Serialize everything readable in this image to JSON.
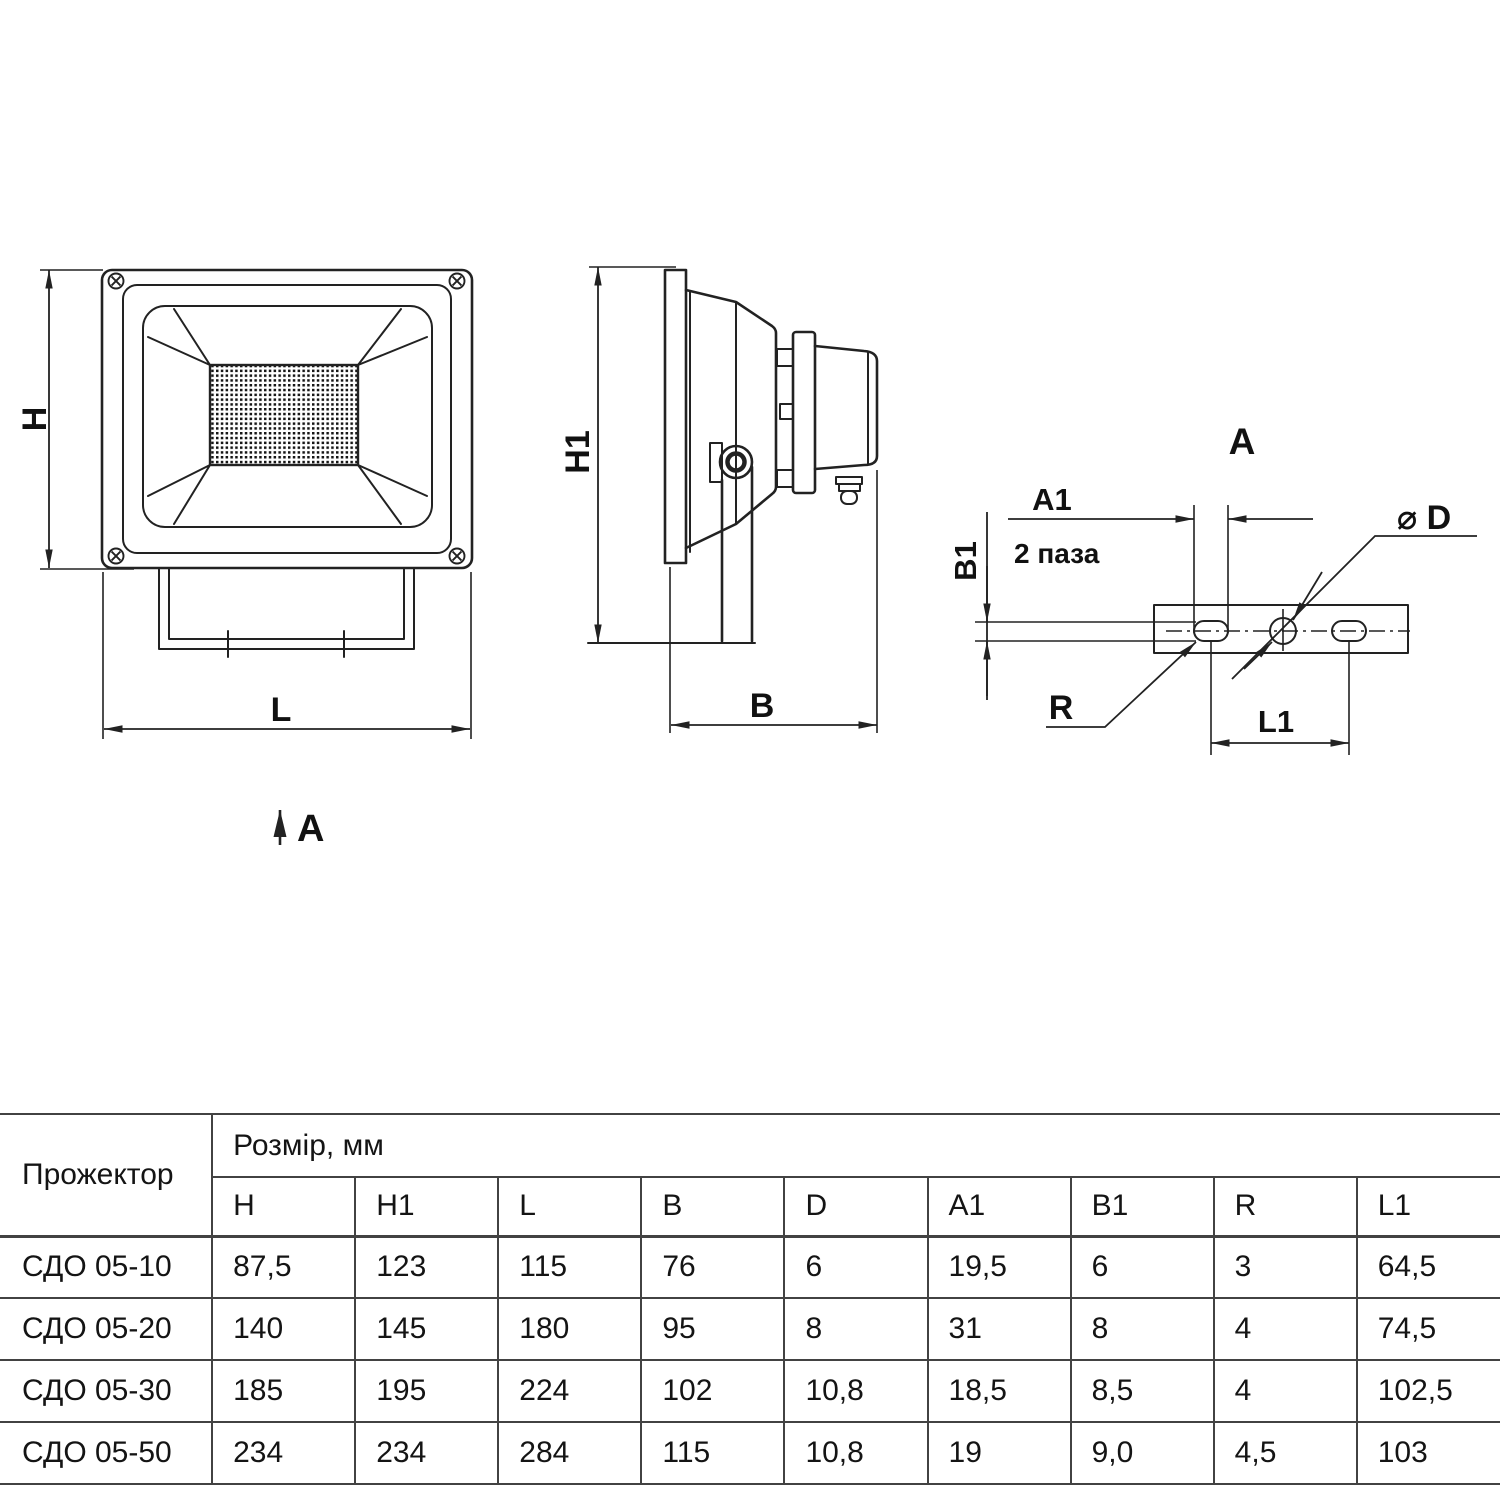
{
  "drawing": {
    "front": {
      "dim_height": "H",
      "dim_length": "L",
      "view_arrow": "A"
    },
    "side": {
      "dim_height": "H1",
      "dim_depth": "B"
    },
    "bracket": {
      "view_title": "A",
      "dim_slot_length": "A1",
      "slots_note": "2 паза",
      "dim_slot_width": "B1",
      "hole_diameter": "⌀ D",
      "slot_radius": "R",
      "dim_hole_spacing": "L1"
    }
  },
  "table": {
    "product_column_header": "Прожектор",
    "size_group_header": "Розмір, мм",
    "size_columns": [
      "H",
      "H1",
      "L",
      "B",
      "D",
      "A1",
      "B1",
      "R",
      "L1"
    ],
    "rows": [
      {
        "name": "СДО 05-10",
        "values": [
          "87,5",
          "123",
          "115",
          "76",
          "6",
          "19,5",
          "6",
          "3",
          "64,5"
        ]
      },
      {
        "name": "СДО 05-20",
        "values": [
          "140",
          "145",
          "180",
          "95",
          "8",
          "31",
          "8",
          "4",
          "74,5"
        ]
      },
      {
        "name": "СДО 05-30",
        "values": [
          "185",
          "195",
          "224",
          "102",
          "10,8",
          "18,5",
          "8,5",
          "4",
          "102,5"
        ]
      },
      {
        "name": "СДО 05-50",
        "values": [
          "234",
          "234",
          "284",
          "115",
          "10,8",
          "19",
          "9,0",
          "4,5",
          "103"
        ]
      }
    ]
  }
}
